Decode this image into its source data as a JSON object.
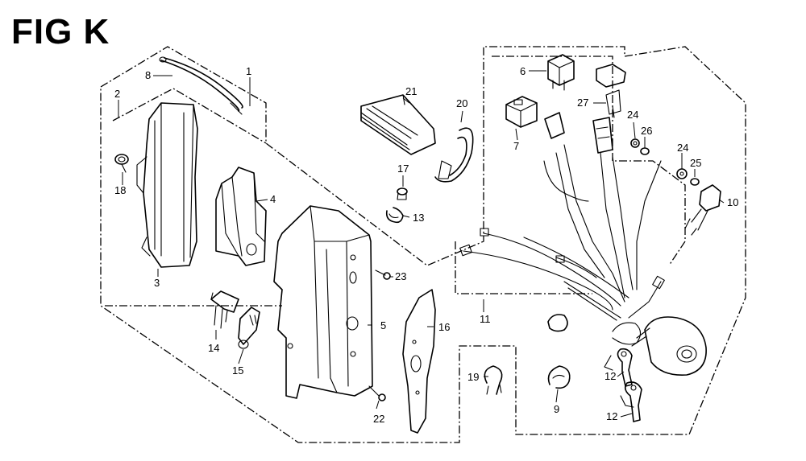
{
  "figure": {
    "title": "FIG K"
  },
  "callouts": {
    "c1": "1",
    "c2": "2",
    "c3": "3",
    "c4": "4",
    "c5": "5",
    "c6": "6",
    "c7": "7",
    "c8": "8",
    "c9": "9",
    "c10": "10",
    "c11": "11",
    "c12a": "12",
    "c12b": "12",
    "c13": "13",
    "c14": "14",
    "c15": "15",
    "c16": "16",
    "c17": "17",
    "c18": "18",
    "c19": "19",
    "c20": "20",
    "c21": "21",
    "c22": "22",
    "c23": "23",
    "c24a": "24",
    "c24b": "24",
    "c25": "25",
    "c26": "26",
    "c27": "27"
  }
}
